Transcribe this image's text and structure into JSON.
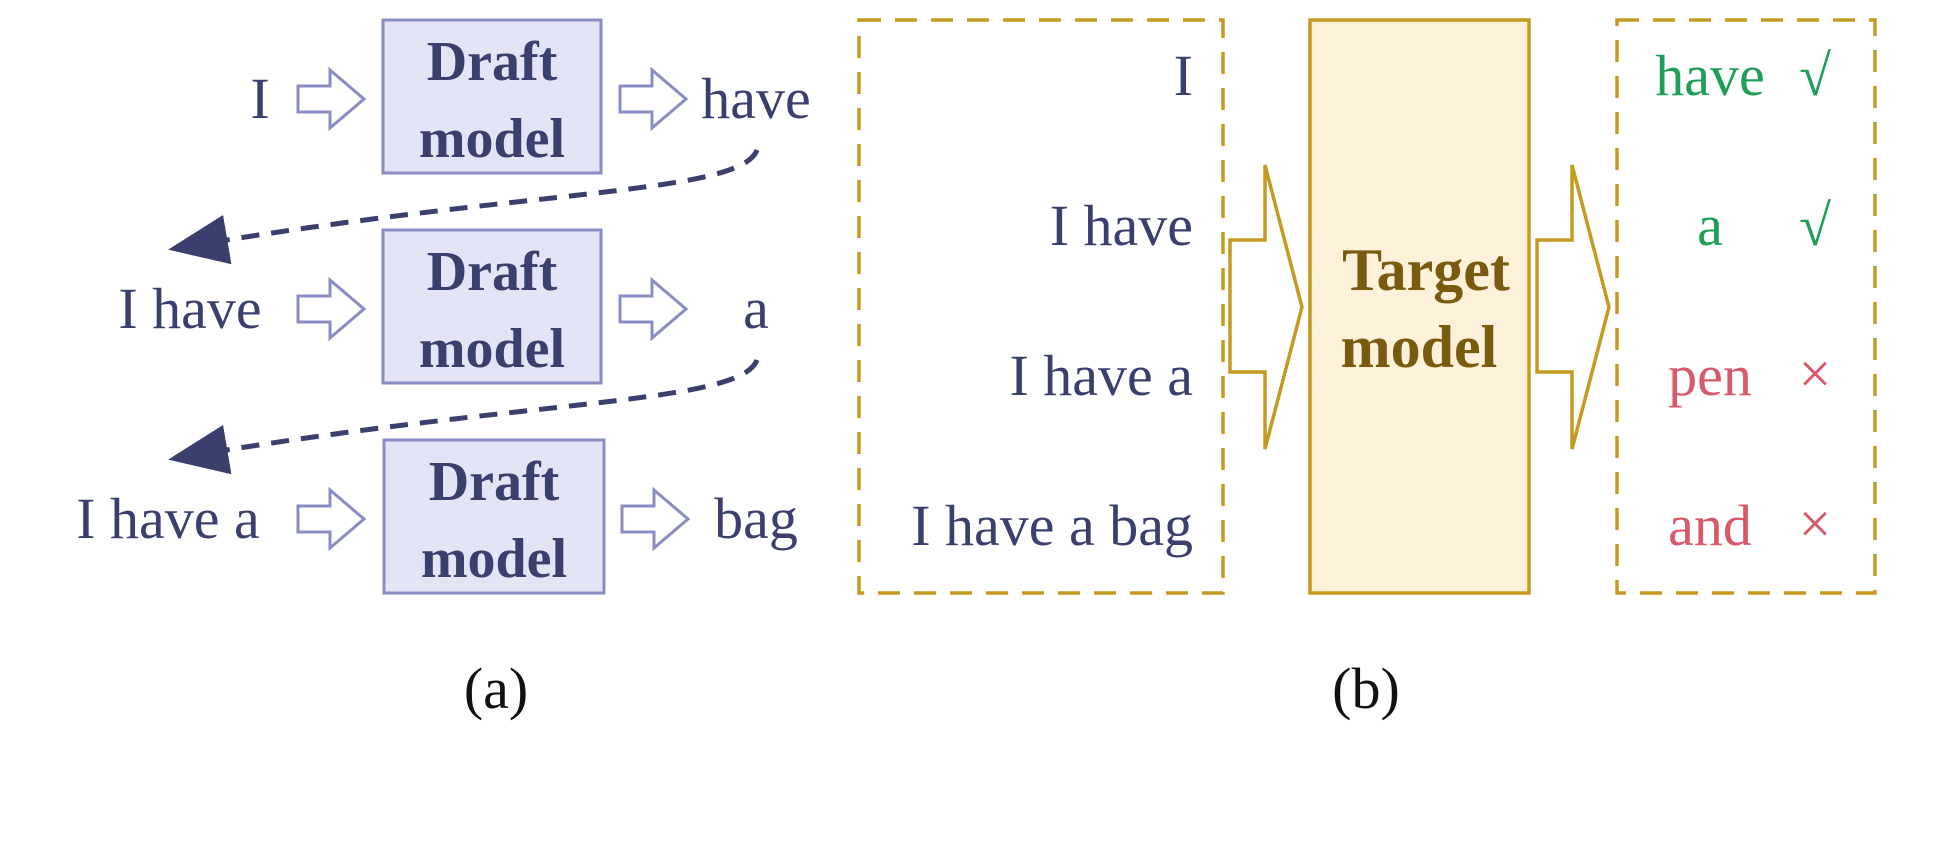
{
  "panel_a": {
    "steps": [
      {
        "input": "I",
        "box_line1": "Draft",
        "box_line2": "model",
        "output": "have"
      },
      {
        "input": "I have",
        "box_line1": "Draft",
        "box_line2": "model",
        "output": "a"
      },
      {
        "input": "I have a",
        "box_line1": "Draft",
        "box_line2": "model",
        "output": "bag"
      }
    ],
    "caption": "(a)"
  },
  "panel_b": {
    "inputs": [
      "I",
      "I have",
      "I have a",
      "I have a bag"
    ],
    "target_line1": "Target",
    "target_line2": "model",
    "outputs": [
      {
        "token": "have",
        "mark": "√"
      },
      {
        "token": "a",
        "mark": "√"
      },
      {
        "token": "pen",
        "mark": "×"
      },
      {
        "token": "and",
        "mark": "×"
      }
    ],
    "caption": "(b)"
  },
  "colors": {
    "navy": "#3b3f6e",
    "draft_fill": "#e3e4f5",
    "draft_border": "#8a8cc4",
    "gold": "#c49a20",
    "target_fill": "#fdf2d9",
    "target_text": "#7a5a0e",
    "accept": "#1f9e5a",
    "reject": "#d8596a"
  }
}
